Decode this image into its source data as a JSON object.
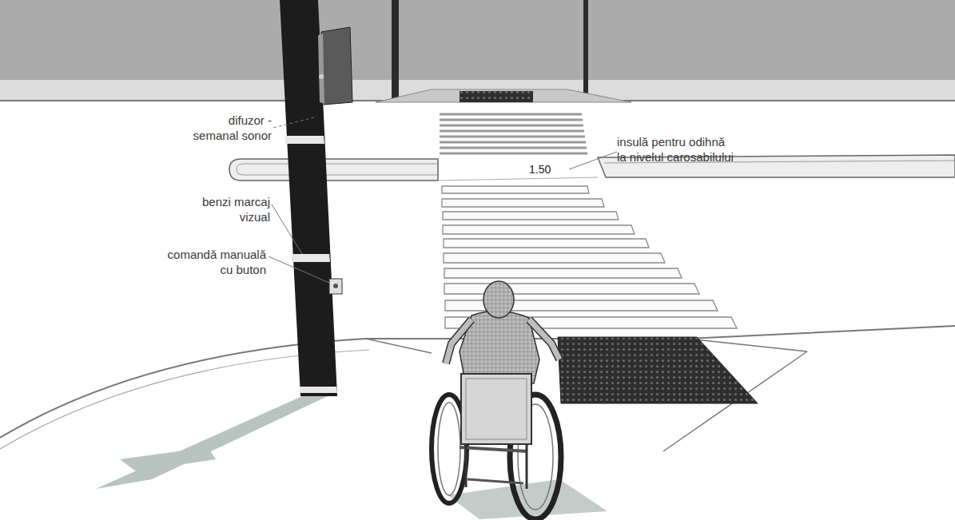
{
  "diagram": {
    "labels": [
      "difuzor - semanal sonor",
      "insulă pentru odihnă la nivelul carosabilului",
      "1.50",
      "benzi marcaj vizual",
      "comandă manuală cu buton"
    ]
  }
}
